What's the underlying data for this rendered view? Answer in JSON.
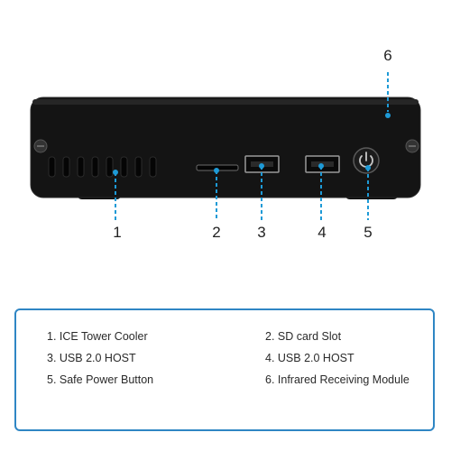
{
  "callouts": [
    "1",
    "2",
    "3",
    "4",
    "5",
    "6"
  ],
  "legend": {
    "items": [
      {
        "label": "1. ICE Tower Cooler"
      },
      {
        "label": "2. SD card Slot"
      },
      {
        "label": "3. USB 2.0 HOST"
      },
      {
        "label": "4. USB 2.0 HOST"
      },
      {
        "label": "5. Safe Power Button"
      },
      {
        "label": "6. Infrared Receiving Module"
      }
    ]
  },
  "colors": {
    "accent": "#2f86c4",
    "dashed_line": "#1e9ad6",
    "device_body": "#141414",
    "background": "#ffffff"
  },
  "icons": [
    "screw-icon",
    "power-icon",
    "usb-port-icon",
    "sd-slot-icon"
  ]
}
